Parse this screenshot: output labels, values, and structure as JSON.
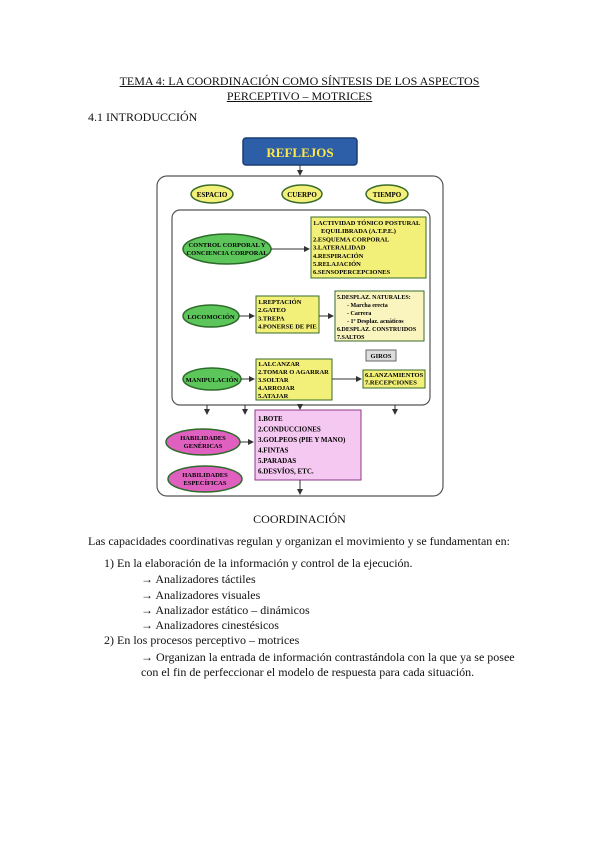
{
  "header": {
    "title_line1": "TEMA 4: LA COORDINACIÓN COMO SÍNTESIS DE LOS ASPECTOS",
    "title_line2": "PERCEPTIVO – MOTRICES"
  },
  "section_heading": "4.1 INTRODUCCIÓN",
  "diagram": {
    "top": "REFLEJOS",
    "ovals": [
      "ESPACIO",
      "CUERPO",
      "TIEMPO"
    ],
    "control_oval": "CONTROL CORPORAL Y CONCIENCIA CORPORAL",
    "control_items": [
      "1.ACTIVIDAD TÓNICO POSTURAL",
      "EQUILIBRADA (A.T.P.E.)",
      "2.ESQUEMA CORPORAL",
      "3.LATERALIDAD",
      "4.RESPIRACIÓN",
      "5.RELAJACIÓN",
      "6.SENSOPERCEPCIONES"
    ],
    "locomocion_oval": "LOCOMOCIÓN",
    "locomocion_items": [
      "1.REPTACIÓN",
      "2.GATEO",
      "3.TREPA",
      "4.PONERSE DE PIE"
    ],
    "desplaz_items": [
      "5.DESPLAZ. NATURALES:",
      "- Marcha erecta",
      "- Carrera",
      "- 1º Desplaz. acuáticos",
      "6.DESPLAZ. CONSTRUIDOS",
      "7.SALTOS"
    ],
    "giros": "GIROS",
    "manipulacion_oval": "MANIPULACIÓN",
    "manipulacion_items": [
      "1.ALCANZAR",
      "2.TOMAR O AGARRAR",
      "3.SOLTAR",
      "4.ARROJAR",
      "5.ATAJAR"
    ],
    "lanzamiento_items": [
      "6.LANZAMIENTOS",
      "7.RECEPCIONES"
    ],
    "generic_oval": "HABILIDADES GENÉRICAS",
    "specific_oval": "HABILIDADES ESPECÍFICAS",
    "habilidades_items": [
      "1.BOTE",
      "2.CONDUCCIONES",
      "3.GOLPEOS (PIE Y MANO)",
      "4.FINTAS",
      "5.PARADAS",
      "6.DESVÍOS, ETC."
    ],
    "colors": {
      "blue": "#2d5fa8",
      "yellow": "#f3f07a",
      "green": "#5cc65a",
      "pink": "#e060c0",
      "lightpink": "#f4c8f0",
      "lightyellow": "#faf5bf"
    }
  },
  "caption": "COORDINACIÓN",
  "paragraph": "Las capacidades coordinativas regulan y organizan el movimiento y se fundamentan en:",
  "list": [
    {
      "label": "1)   En la elaboración de la información y control de la ejecución.",
      "subitems": [
        "→  Analizadores táctiles",
        "→  Analizadores visuales",
        "→  Analizador estático – dinámicos",
        "→  Analizadores cinestésicos"
      ]
    },
    {
      "label": "2)   En los procesos perceptivo – motrices",
      "subitems": [
        "→  Organizan la entrada de información contrastándola con la que ya se posee con el fin de perfeccionar el modelo de respuesta para cada situación."
      ]
    }
  ]
}
